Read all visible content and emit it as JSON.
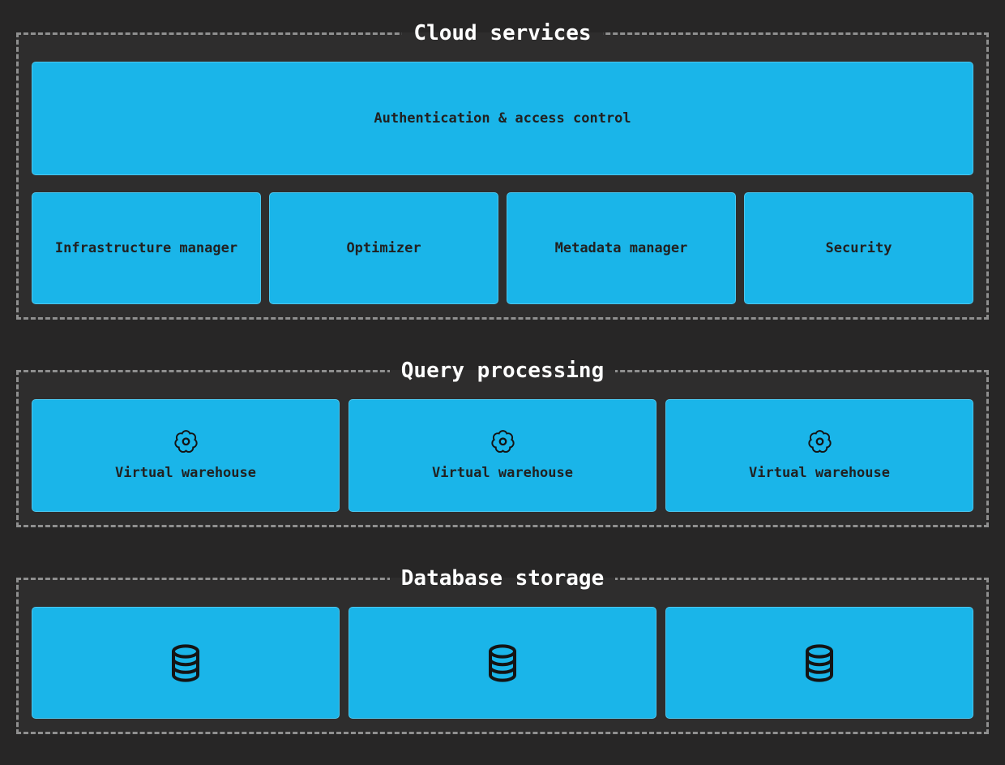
{
  "diagram": {
    "background": "#272626",
    "section_background": "#2e2d2d",
    "accent": "#1ab5e9",
    "dash_color": "#8f8f8f",
    "title_color": "#ffffff",
    "label_color": "#212121"
  },
  "cloud_services": {
    "title": "Cloud services",
    "auth_label": "Authentication & access control",
    "components": [
      {
        "label": "Infrastructure manager"
      },
      {
        "label": "Optimizer"
      },
      {
        "label": "Metadata manager"
      },
      {
        "label": "Security"
      }
    ]
  },
  "query_processing": {
    "title": "Query processing",
    "warehouses": [
      {
        "icon": "gear-icon",
        "label": "Virtual warehouse"
      },
      {
        "icon": "gear-icon",
        "label": "Virtual warehouse"
      },
      {
        "icon": "gear-icon",
        "label": "Virtual warehouse"
      }
    ]
  },
  "database_storage": {
    "title": "Database storage",
    "databases": [
      {
        "icon": "database-icon"
      },
      {
        "icon": "database-icon"
      },
      {
        "icon": "database-icon"
      }
    ]
  }
}
